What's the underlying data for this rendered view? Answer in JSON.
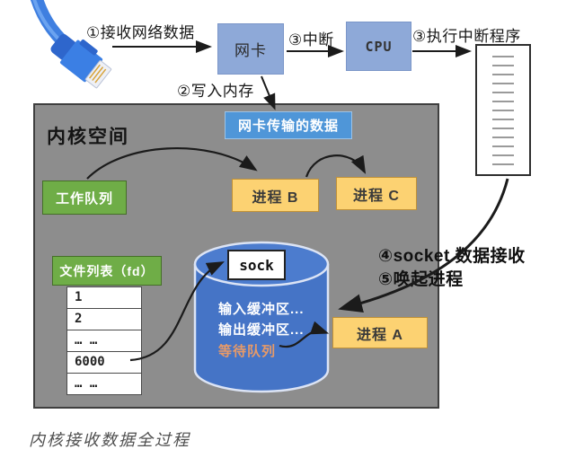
{
  "steps": {
    "step1": "①接收网络数据",
    "step2": "②写入内存",
    "step3_interrupt": "③中断",
    "step3_exec": "③执行中断程序",
    "step4": "④socket 数据接收",
    "step5": "⑤唤起进程"
  },
  "boxes": {
    "nic": "网卡",
    "cpu": "CPU",
    "nic_data": "网卡传输的数据",
    "work_queue": "工作队列",
    "process_b": "进程 B",
    "process_c": "进程 C",
    "process_a": "进程 A",
    "file_list_header": "文件列表（fd）",
    "sock": "sock"
  },
  "kernel_title": "内核空间",
  "file_list_rows": [
    "1",
    "2",
    "… …",
    "6000",
    "… …"
  ],
  "socket_internals": {
    "input_buffer": "输入缓冲区...",
    "output_buffer": "输出缓冲区...",
    "wait_queue": "等待队列"
  },
  "caption": "内核接收数据全过程",
  "colors": {
    "box_blue": "#8ea9d8",
    "data_blue": "#4f96d8",
    "green": "#6fad47",
    "orange": "#fcd272",
    "cylinder_blue": "#4574c6",
    "kernel_gray": "#8d8d8d",
    "wait_queue_text": "#e79a68",
    "arrow_black": "#1b1b1b"
  }
}
